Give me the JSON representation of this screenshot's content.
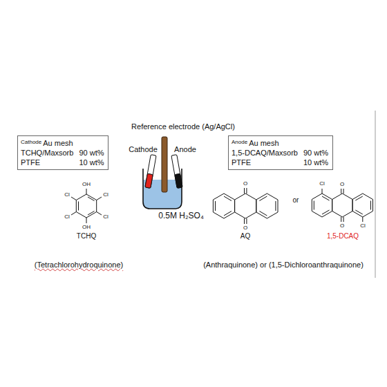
{
  "diagram": {
    "nodes": [
      {
        "text": [
          "Cathode",
          "Au mesh",
          "TCHQ/Maxsorb",
          "90 wt%",
          "PTFE",
          "10 wt%"
        ]
      },
      {
        "text": [
          "Anode",
          "Au mesh",
          "1,5-DCAQ/Maxsorb",
          "90 wt%",
          "PTFE",
          "10 wt%"
        ]
      }
    ],
    "labels": [
      "Reference electrode (Ag/AgCl)",
      "Cathode",
      "Anode",
      "0.5M H₂SO₄",
      "OH",
      "Cl",
      "Cl",
      "Cl",
      "Cl",
      "OH",
      "TCHQ",
      "O",
      "O",
      "AQ",
      "or",
      "Cl",
      "O",
      "O",
      "Cl",
      "1,5-DCAQ",
      "(Tetrachlorohydroquinone)",
      "(Anthraquinone) or (1,5-Dichloroanthraquinone)"
    ]
  }
}
